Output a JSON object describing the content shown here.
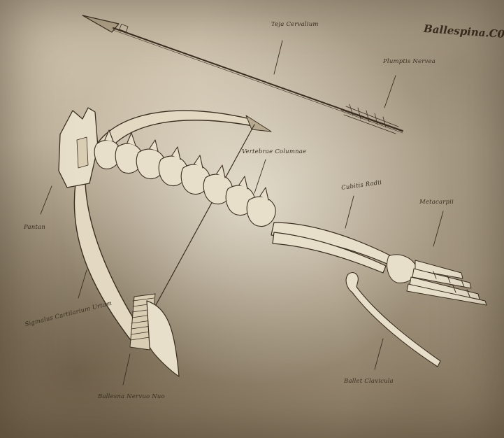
{
  "title": "Ballespina.C0",
  "labels": {
    "arrow_shaft": "Teja Cervalium",
    "fletching": "Plumptis Nervea",
    "spine": "Vertebrae Columnae",
    "forearm": "Cubitis Radii",
    "hand": "Metacarpii",
    "pelvis": "Pantan",
    "bow_limb": "Sigmalus Cartilarium Urtam",
    "string": "Ballesna Nervuo Nuo",
    "clavicle": "Ballet Clavicula"
  },
  "colors": {
    "ink": "#3a2e20",
    "bone": "#e8dfca",
    "parchment": "#c8bca4"
  }
}
